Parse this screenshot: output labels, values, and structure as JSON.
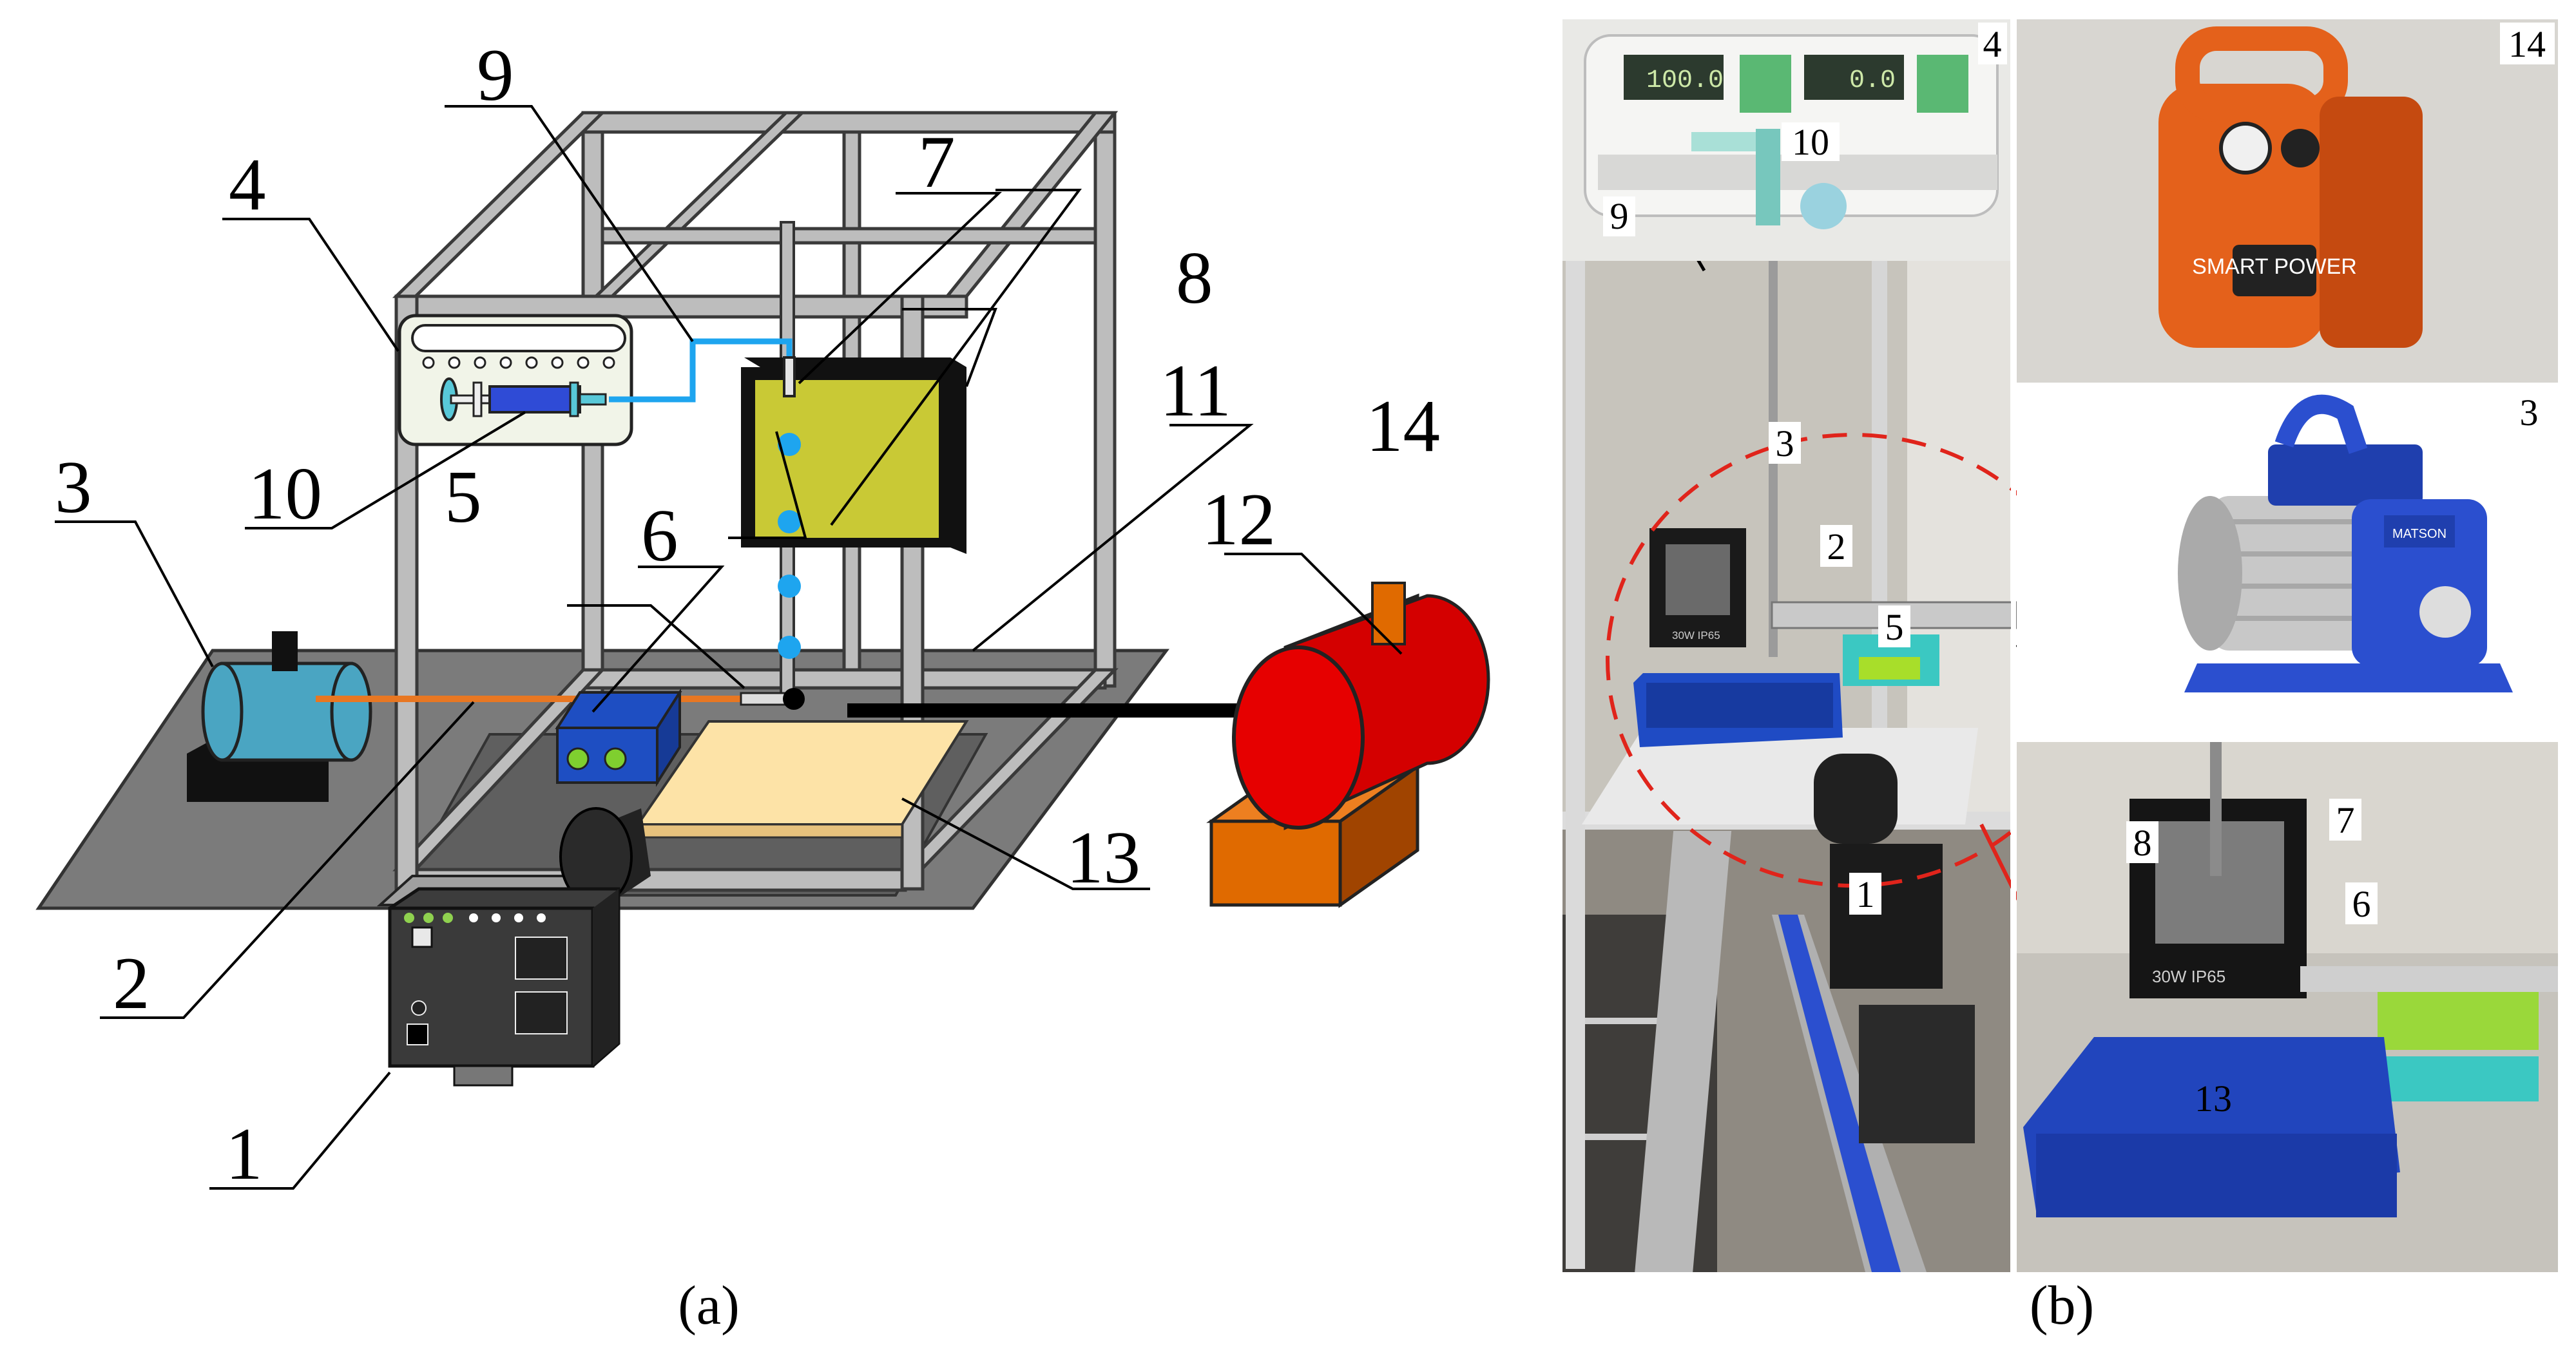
{
  "figure": {
    "panel_a": {
      "caption": "(a)",
      "callouts": [
        "1",
        "2",
        "3",
        "4",
        "5",
        "6",
        "7",
        "8",
        "9",
        "10",
        "11",
        "12",
        "13",
        "14"
      ]
    },
    "panel_b": {
      "caption": "(b)",
      "photo_labels": [
        "4",
        "10",
        "9",
        "14",
        "3",
        "3",
        "2",
        "5",
        "1",
        "8",
        "7",
        "6",
        "13"
      ],
      "pump_display_1": "100.0",
      "pump_display_2": "0.0",
      "compressor_brand": "SMART POWER",
      "vacuum_brand": "MATSON",
      "light_rating_1": "30W   IP65",
      "light_rating_2": "30W    IP65"
    },
    "colors": {
      "frame": "#b9b9b9",
      "base": "#7b7b7b",
      "water_container": "#cccc33",
      "droplet": "#3ab0f0",
      "compressor": "#e10000",
      "stand": "#e06a00",
      "vacuum_motor": "#4aa5c2",
      "tray": "#1e4ec2",
      "plate": "#fde3a7",
      "tube": "#e87722"
    }
  }
}
